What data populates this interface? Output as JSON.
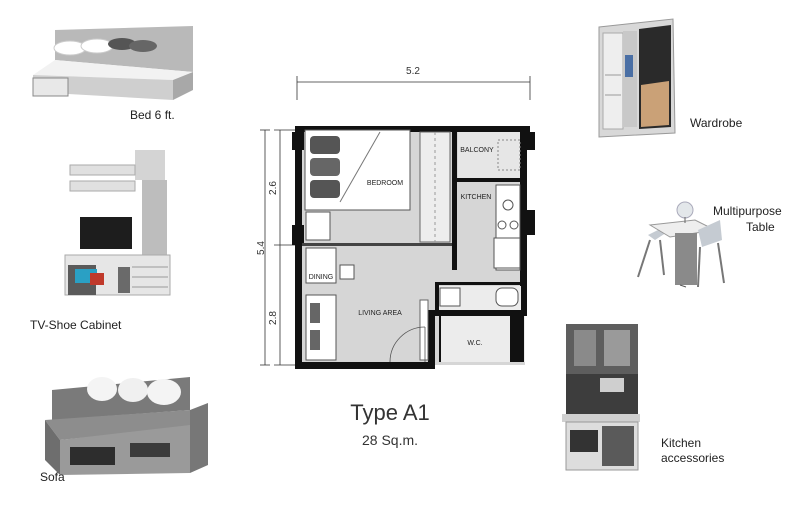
{
  "plan": {
    "title": "Type A1",
    "area": "28 Sq.m.",
    "dims": {
      "width": "5.2",
      "height": "5.4",
      "upper": "2.6",
      "lower": "2.8"
    },
    "rooms": {
      "bedroom": "BEDROOM",
      "balcony": "BALCONY",
      "kitchen": "KITCHEN",
      "dining": "DINING",
      "living": "LIVING AREA",
      "wc": "W.C."
    }
  },
  "furniture": {
    "bed": "Bed 6 ft.",
    "tv": "TV-Shoe Cabinet",
    "sofa": "Sofa",
    "wardrobe": "Wardrobe",
    "table_line1": "Multipurpose",
    "table_line2": "Table",
    "kitchen_line1": "Kitchen",
    "kitchen_line2": "accessories"
  }
}
